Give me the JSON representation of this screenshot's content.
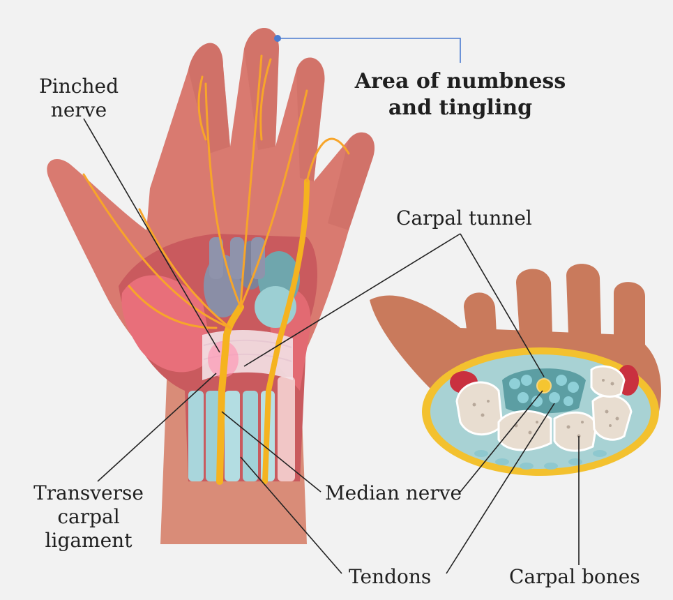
{
  "labels": {
    "numbness_line1": "Area of numbness",
    "numbness_line2": "and tingling",
    "pinched_line1": "Pinched",
    "pinched_line2": "nerve",
    "carpal_tunnel": "Carpal tunnel",
    "transverse_line1": "Transverse",
    "transverse_line2": "carpal",
    "transverse_line3": "ligament",
    "median_nerve": "Median nerve",
    "tendons": "Tendons",
    "carpal_bones": "Carpal bones"
  },
  "colors": {
    "background": "#f2f2f2",
    "skin": "#d97a70",
    "skin_dark": "#c25d55",
    "wrist": "#d98c78",
    "muscle": "#e86f7a",
    "nerve": "#f5a623",
    "tendon": "#a9d6dc",
    "bone": "#8a8ea6",
    "leader_line": "#222222",
    "callout_line": "#4a7bd0",
    "marrow": "#e8ddd0",
    "fat": "#f3c12f"
  }
}
